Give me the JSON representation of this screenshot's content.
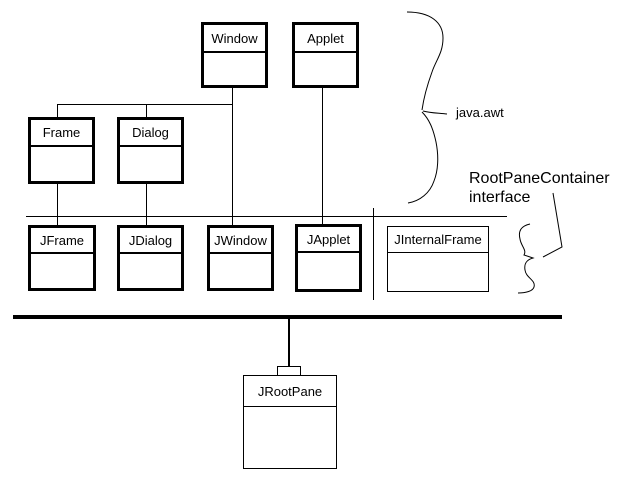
{
  "diagram": {
    "background": "#ffffff",
    "line_color": "#000000",
    "nodes": {
      "window": {
        "label": "Window"
      },
      "applet": {
        "label": "Applet"
      },
      "frame": {
        "label": "Frame"
      },
      "dialog": {
        "label": "Dialog"
      },
      "jframe": {
        "label": "JFrame"
      },
      "jdialog": {
        "label": "JDialog"
      },
      "jwindow": {
        "label": "JWindow"
      },
      "japplet": {
        "label": "JApplet"
      },
      "jinternalframe": {
        "label": "JInternalFrame"
      },
      "jrootpane": {
        "label": "JRootPane"
      }
    },
    "annotations": {
      "package_label": "java.awt",
      "interface_label_line1": "RootPaneContainer",
      "interface_label_line2": "interface"
    }
  }
}
